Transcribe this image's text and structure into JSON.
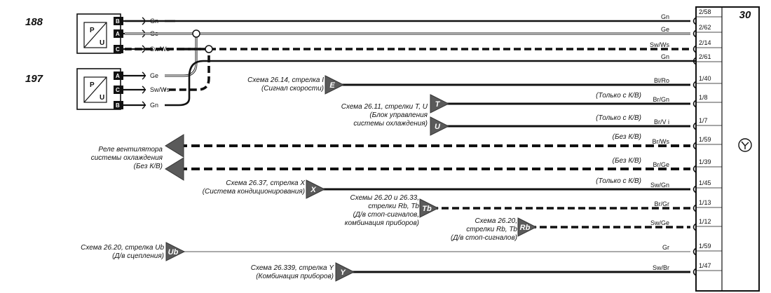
{
  "components": [
    {
      "id": "188",
      "pins": [
        "B",
        "A",
        "C"
      ],
      "symbol": [
        "P",
        "U"
      ]
    },
    {
      "id": "197",
      "pins": [
        "A",
        "C",
        "B"
      ],
      "symbol": [
        "P",
        "U"
      ]
    }
  ],
  "connector": {
    "number": "30",
    "pins": [
      "2/58",
      "2/62",
      "2/14",
      "2/61",
      "1/40",
      "1/8",
      "1/7",
      "1/59",
      "1/39",
      "1/45",
      "1/13",
      "1/12",
      "1/59",
      "1/47"
    ]
  },
  "wire_colors": {
    "right": [
      "Gn",
      "Ge",
      "Sw/Ws",
      "Gn",
      "Bl/Ro",
      "Br/Gn",
      "Br/V i",
      "Br/Ws",
      "Br/Ge",
      "Sw/Gn",
      "Br/Gr",
      "Sw/Ge",
      "Gr",
      "Sw/Br"
    ],
    "c188": [
      "Gn",
      "Ge",
      "Sw/Ws"
    ],
    "c197": [
      "Ge",
      "Sw/Ws",
      "Gn"
    ]
  },
  "arrows": [
    {
      "letter": "E",
      "lines": [
        "Схема 26.14, стрелка I",
        "(Сигнал скорости)"
      ]
    },
    {
      "letter": "T",
      "lines": [
        "Схема 26.11, стрелки T, U",
        "(Блок управления",
        "системы охлаждения)"
      ]
    },
    {
      "letter": "U",
      "lines": []
    },
    {
      "letter": "",
      "lines": [
        "Реле вентилятора",
        "системы охлаждения",
        "(Без К/В)"
      ]
    },
    {
      "letter": "",
      "lines": []
    },
    {
      "letter": "X",
      "lines": [
        "Схема 26.37, стрелка X",
        "(Система кондиционирования)"
      ]
    },
    {
      "letter": "Tb",
      "lines": [
        "Схемы 26.20 и 26.33,",
        "стрелки Rb, Tb",
        "(Д/в стоп-сигналов,",
        "комбинация приборов)"
      ]
    },
    {
      "letter": "Rb",
      "lines": [
        "Схема 26.20,",
        "стрелки Rb, Tb",
        "(Д/в стоп-сигналов)"
      ]
    },
    {
      "letter": "Ub",
      "lines": [
        "Схема 26.20, стрелка Ub",
        "(Д/в сцепления)"
      ]
    },
    {
      "letter": "Y",
      "lines": [
        "Схема 26.339, стрелка Y",
        "(Комбинация приборов)"
      ]
    }
  ],
  "notes": [
    "(Только с К/В)",
    "(Только с К/В)",
    "(Без К/В)",
    "(Без К/В)",
    "(Только с К/В)"
  ]
}
